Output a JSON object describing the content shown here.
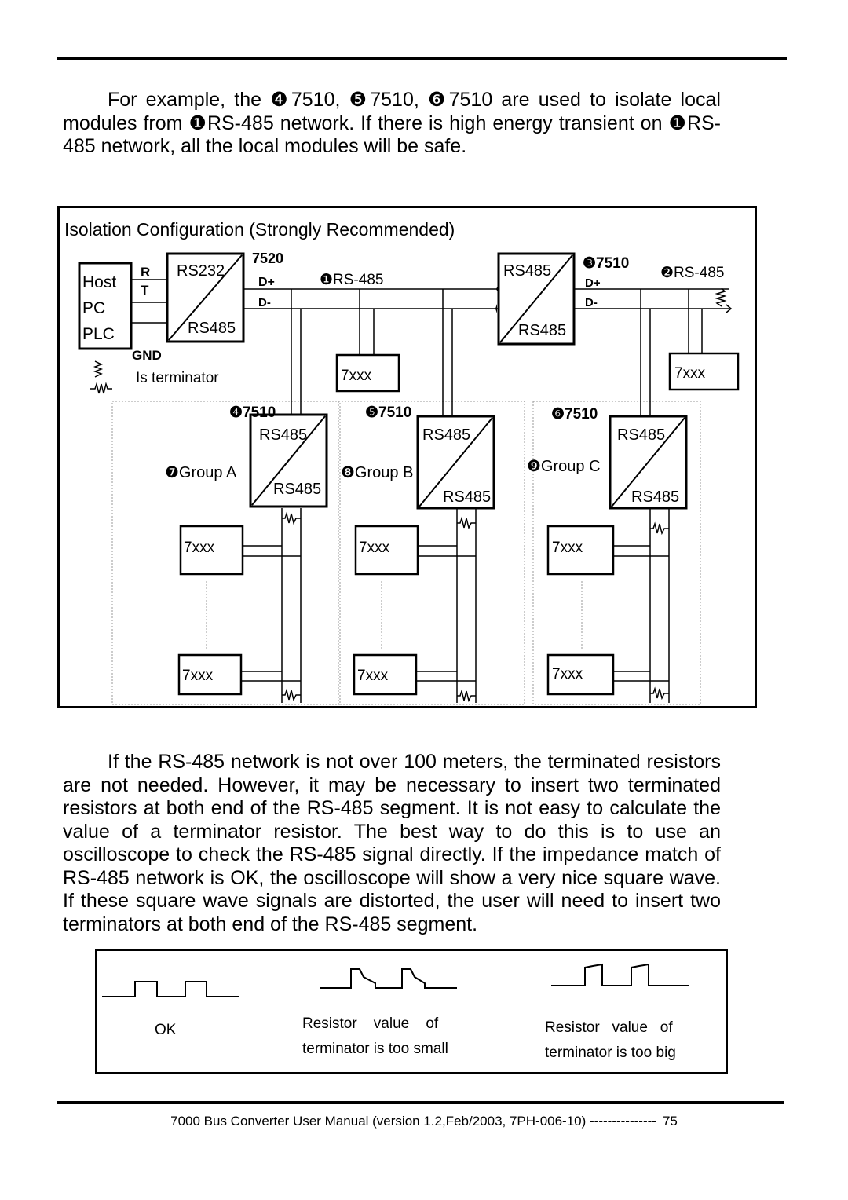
{
  "intro_paragraph": {
    "prefix": "For example, the ",
    "m4": "❹",
    "t1": "7510, ",
    "m5": "❺",
    "t2": "7510, ",
    "m6": "❻",
    "t3": "7510 are used to isolate local modules from ",
    "m1a": "❶",
    "t4": "RS-485 network. If there is high energy transient on ",
    "m1b": "❶",
    "t5": "RS-485 network, all the local modules will be safe."
  },
  "isolation_figure": {
    "title": "Isolation Configuration (Strongly Recommended)",
    "host_lines": [
      "Host",
      "PC",
      "PLC"
    ],
    "r_label": "R",
    "t_label": "T",
    "gnd_label": "GND",
    "terminator_note": "Is terminator",
    "converter_7520": {
      "name": "7520",
      "top": "RS232",
      "bottom": "RS485"
    },
    "converter_3_7510": {
      "marker": "❸",
      "name": "7510",
      "top": "RS485",
      "bottom": "RS485"
    },
    "dplus": "D+",
    "dminus": "D-",
    "network_1": "❶RS-485",
    "network_2": "❷RS-485",
    "module_label": "7xxx",
    "converter_4": {
      "marker": "❹",
      "name": "7510",
      "top": "RS485",
      "bottom": "RS485"
    },
    "converter_5": {
      "marker": "❺",
      "name": "7510",
      "top": "RS485",
      "bottom": "RS485"
    },
    "converter_6": {
      "marker": "❻",
      "name": "7510",
      "top": "RS485",
      "bottom": "RS485"
    },
    "group_a": "❼Group A",
    "group_b": "❽Group B",
    "group_c": "❾Group C"
  },
  "terminator_paragraph": "If the RS-485 network is not over 100 meters, the terminated resistors are not needed. However, it may be necessary to insert two terminated resistors at both end of the RS-485 segment. It is not easy to calculate the value of a terminator resistor. The best way to do this is to use an oscilloscope to check the RS-485 signal directly. If the impedance match of RS-485 network is OK, the oscilloscope will show a very nice square wave. If these square wave signals are distorted, the user will need to insert two terminators at both end of the RS-485 segment.",
  "waveform_figure": {
    "ok_label": "OK",
    "small_line1": "Resistor    value    of",
    "small_line2": "terminator is too small",
    "big_line1": "Resistor   value   of",
    "big_line2": "terminator is too big"
  },
  "footer": {
    "text": "7000 Bus Converter User Manual (version 1.2,Feb/2003, 7PH-006-10)  ---------------",
    "page": "75"
  }
}
